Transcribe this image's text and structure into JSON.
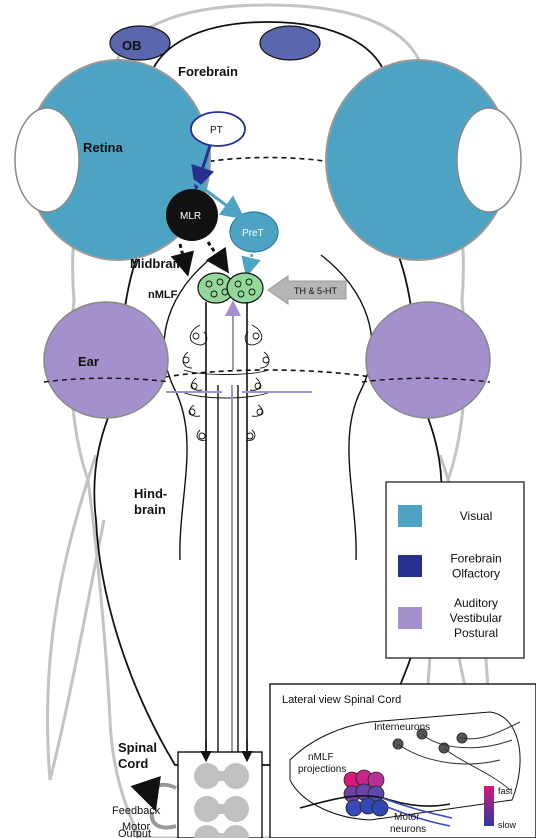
{
  "regions": {
    "ob": "OB",
    "forebrain": "Forebrain",
    "retina": "Retina",
    "midbrain": "Midbrain",
    "nmlf": "nMLF",
    "ear": "Ear",
    "hindbrain_1": "Hind-",
    "hindbrain_2": "brain",
    "spinal_1": "Spinal",
    "spinal_2": "Cord"
  },
  "nuclei": {
    "pt": "PT",
    "mlr": "MLR",
    "pret": "PreT"
  },
  "neuromodulator": "TH & 5-HT",
  "side_labels": {
    "feedback": "Feedback",
    "motor_1": "Motor",
    "motor_2": "Output"
  },
  "legend": {
    "items": [
      {
        "lines": [
          "Visual"
        ],
        "color": "#4da3c4"
      },
      {
        "lines": [
          "Forebrain",
          "Olfactory"
        ],
        "color": "#27308f"
      },
      {
        "lines": [
          "Auditory",
          "Vestibular",
          "Postural"
        ],
        "color": "#a490cc"
      }
    ]
  },
  "inset": {
    "title": "Lateral view Spinal Cord",
    "interneurons": "Interneurons",
    "nmlf_1": "nMLF",
    "nmlf_2": "projections",
    "motor_1": "Motor",
    "motor_2": "neurons",
    "scale_fast": "fast",
    "scale_slow": "slow"
  },
  "colors": {
    "retina_fill": "#4da3c4",
    "ob_fill": "#5a66ad",
    "ear_fill": "#a490cc",
    "nmlf_fill": "#93d89a",
    "mlr_fill": "#111111",
    "pt_stroke": "#27308f",
    "arrow_blue": "#4da3c4",
    "arrow_dark": "#27308f",
    "arrow_purple": "#a490cc",
    "arrow_gray": "#b5b5b5"
  }
}
